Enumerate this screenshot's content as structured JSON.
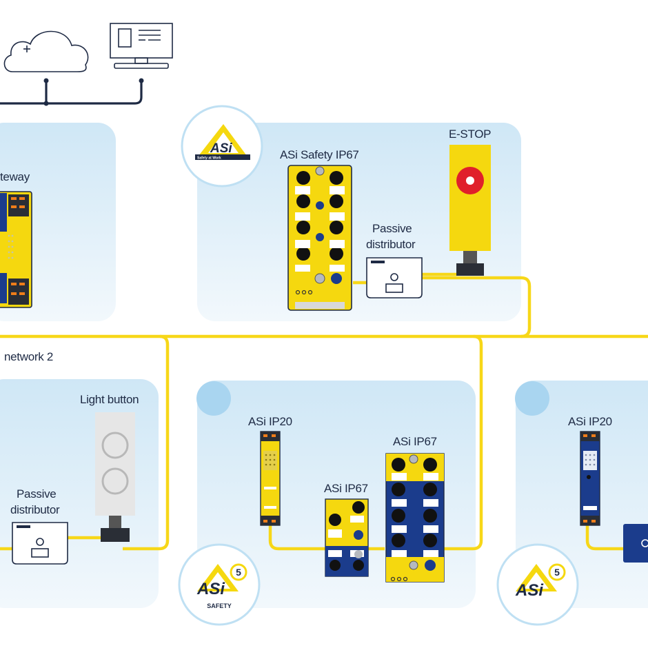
{
  "labels": {
    "gateway": "teway",
    "asi_safety_ip67": "ASi Safety IP67",
    "estop": "E-STOP",
    "passive_distributor_top_line1": "Passive",
    "passive_distributor_top_line2": "distributor",
    "network2": "network 2",
    "light_button": "Light button",
    "passive_distributor_left_line1": "Passive",
    "passive_distributor_left_line2": "distributor",
    "asi_ip20_mid": "ASi IP20",
    "asi_ip67_small": "ASi IP67",
    "asi_ip67_large": "ASi IP67",
    "asi_ip20_right": "ASi IP20"
  },
  "logos": {
    "safety_at_work": {
      "wordmark": "ASi",
      "subtitle": "Safety at Work"
    },
    "asi5_safety": {
      "wordmark": "ASi",
      "number": "5",
      "subtitle": "SAFETY"
    },
    "asi5": {
      "wordmark": "ASi",
      "number": "5"
    }
  },
  "colors": {
    "network_line": "#f7d718",
    "panel_bg": "#e3f1fa",
    "device_yellow": "#f5d80f",
    "device_blue": "#1b3c8c",
    "ink": "#1e2a44",
    "estop_red": "#e0202a"
  }
}
